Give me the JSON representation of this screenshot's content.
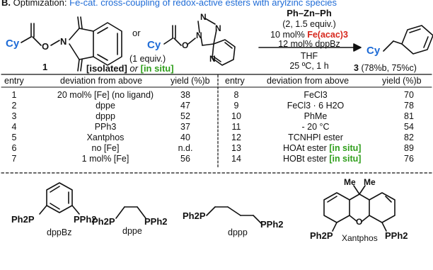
{
  "header": {
    "label": "B.",
    "title_black": "Optimization:",
    "title_blue": "Fe-cat. cross-coupling of redox-active esters with arylzinc species"
  },
  "scheme": {
    "or_text": "or",
    "cy": "Cy",
    "o": "O",
    "n": "N",
    "n_triazole": "N",
    "n_pyridine": "N",
    "compound1_label": "1",
    "equiv_text": "(1 equiv.)",
    "isolated_text": "[isolated]",
    "or_italic": "or",
    "in_situ_text": "[in situ]",
    "reagent_title": "Ph–Zn–Ph",
    "reagent_amount": "(2, 1.5 equiv.)",
    "catalyst_prefix": "10 mol%",
    "catalyst": "Fe(acac)3",
    "ligand": "12 mol% dppBz",
    "solvent": "THF",
    "conditions": "25 ºC, 1 h",
    "product_cy": "Cy",
    "product_label": "3",
    "product_yield": "(78%b, 75%c)"
  },
  "table": {
    "headers": {
      "entry": "entry",
      "deviation": "deviation from above",
      "yield": "yield (%)b"
    },
    "left_rows": [
      {
        "entry": "1",
        "deviation": "20 mol% [Fe] (no ligand)",
        "yield": "38"
      },
      {
        "entry": "2",
        "deviation": "dppe",
        "yield": "47"
      },
      {
        "entry": "3",
        "deviation": "dppp",
        "yield": "52"
      },
      {
        "entry": "4",
        "deviation": "PPh3",
        "yield": "37"
      },
      {
        "entry": "5",
        "deviation": "Xantphos",
        "yield": "40"
      },
      {
        "entry": "6",
        "deviation": "no [Fe]",
        "yield": "n.d."
      },
      {
        "entry": "7",
        "deviation": "1 mol% [Fe]",
        "yield": "56"
      }
    ],
    "right_rows": [
      {
        "entry": "8",
        "deviation": "FeCl3",
        "extra": "",
        "yield": "70"
      },
      {
        "entry": "9",
        "deviation": "FeCl3 · 6 H2O",
        "extra": "",
        "yield": "78"
      },
      {
        "entry": "10",
        "deviation": "PhMe",
        "extra": "",
        "yield": "81"
      },
      {
        "entry": "11",
        "deviation": "- 20 °C",
        "extra": "",
        "yield": "54"
      },
      {
        "entry": "12",
        "deviation": "TCNHPI ester",
        "extra": "",
        "yield": "82"
      },
      {
        "entry": "13",
        "deviation": "HOAt ester",
        "extra": "[in situ]",
        "yield": "89"
      },
      {
        "entry": "14",
        "deviation": "HOBt ester",
        "extra": "[in situ]",
        "yield": "76"
      }
    ]
  },
  "ligands": {
    "dppbz_label": "dppBz",
    "dppe_label": "dppe",
    "dppp_label": "dppp",
    "xantphos_label": "Xantphos",
    "ph2p": "Ph2P",
    "pph2": "PPh2",
    "me": "Me",
    "o": "O"
  }
}
